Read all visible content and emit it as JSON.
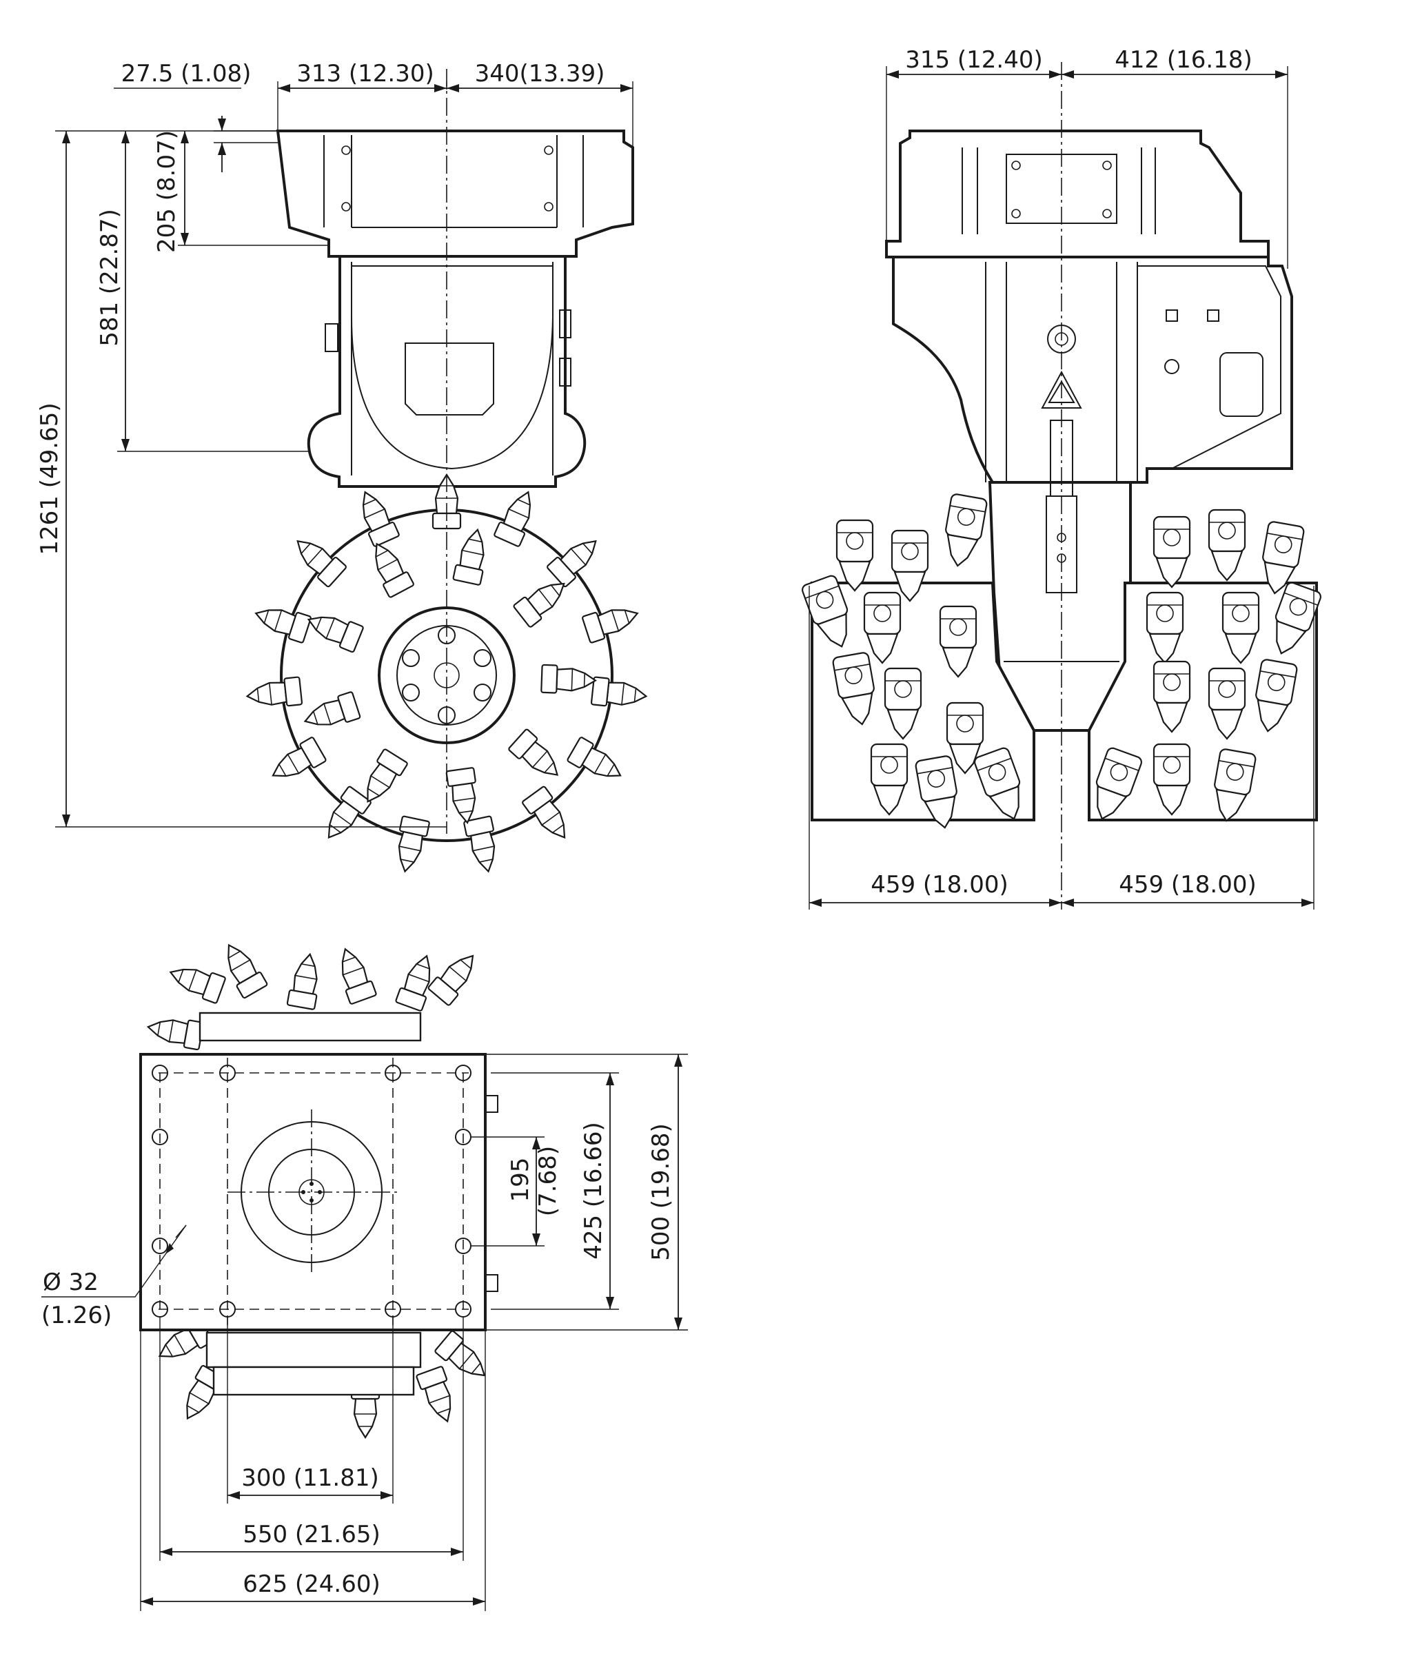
{
  "dimensions": {
    "side_offset": "27.5 (1.08)",
    "side_left_half_width": "313 (12.30)",
    "side_right_half_width": "340(13.39)",
    "side_flange_depth": "205 (8.07)",
    "side_housing_height": "581 (22.87)",
    "side_total_height": "1261 (49.65)",
    "front_left_top": "315 (12.40)",
    "front_right_top": "412 (16.18)",
    "front_left_drum": "459 (18.00)",
    "front_right_drum": "459 (18.00)",
    "plate_hole_spacing_small": "195",
    "plate_hole_spacing_small_in": "(7.68)",
    "plate_hole_spacing_v": "425 (16.66)",
    "plate_height": "500 (19.68)",
    "hole_diameter": "Ø 32",
    "hole_diameter_in": "(1.26)",
    "plate_inner_spacing": "300 (11.81)",
    "plate_hole_spacing_h": "550 (21.65)",
    "plate_width": "625 (24.60)"
  },
  "colors": {
    "line": "#1a1a1a",
    "background": "#ffffff"
  }
}
